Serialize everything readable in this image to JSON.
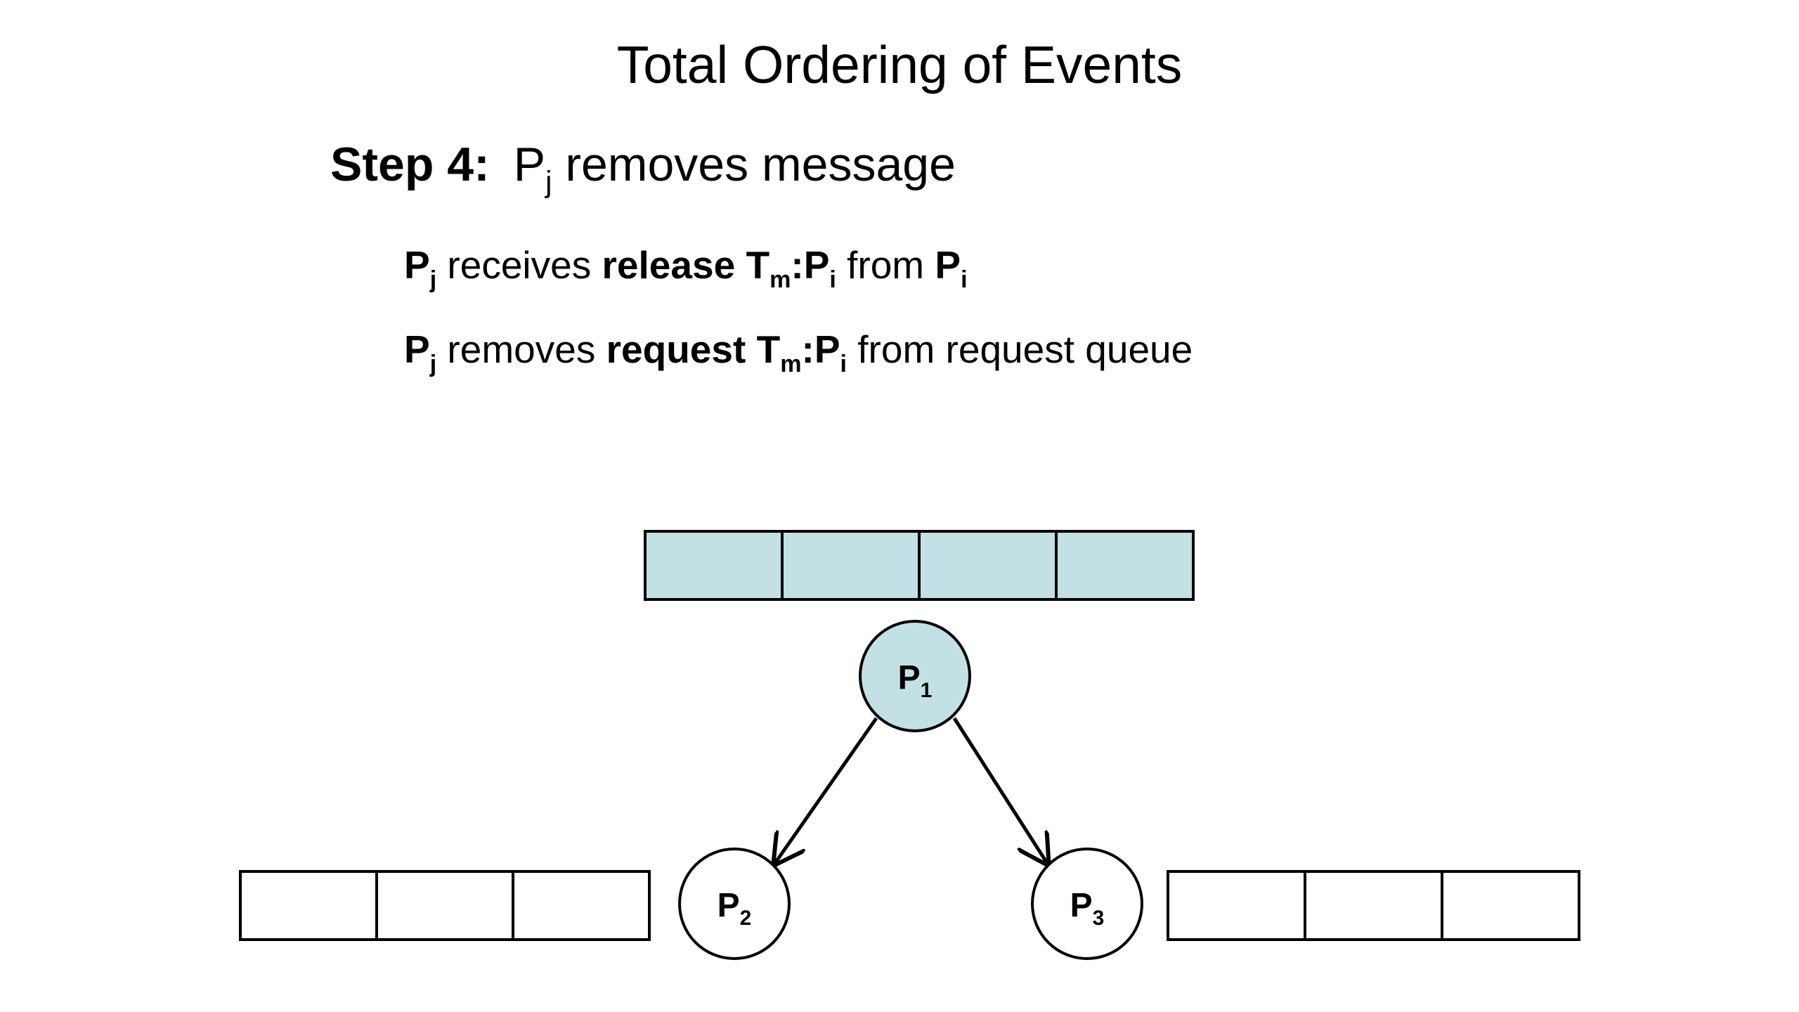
{
  "slide": {
    "title": "Total Ordering of Events",
    "step": {
      "label": "Step 4:",
      "p": "P",
      "p_sub": "j",
      "rest": " removes message"
    },
    "bullets": [
      {
        "p": "P",
        "p_sub": "j",
        "t1": " receives ",
        "kw": "release",
        "space": " ",
        "T": "T",
        "T_sub": "m",
        "colonP": ":P",
        "i_sub": "i",
        "t2": " from ",
        "P2": "P",
        "P2_sub": "i",
        "t3": ""
      },
      {
        "p": "P",
        "p_sub": "j",
        "t1": " removes ",
        "kw": "request",
        "space": " ",
        "T": "T",
        "T_sub": "m",
        "colonP": ":P",
        "i_sub": "i",
        "t2": " from request queue"
      }
    ]
  },
  "diagram": {
    "colors": {
      "active_fill": "#c3e0e4",
      "empty_fill": "#ffffff",
      "stroke": "#000000"
    },
    "nodes": [
      {
        "id": "p1",
        "label": "P",
        "sub": "1",
        "active": true
      },
      {
        "id": "p2",
        "label": "P",
        "sub": "2",
        "active": false
      },
      {
        "id": "p3",
        "label": "P",
        "sub": "3",
        "active": false
      }
    ],
    "queues": [
      {
        "id": "queue-p1",
        "cells": 4,
        "active": true
      },
      {
        "id": "queue-p2",
        "cells": 3,
        "active": false
      },
      {
        "id": "queue-p3",
        "cells": 3,
        "active": false
      }
    ],
    "edges": [
      {
        "from": "p1",
        "to": "p2"
      },
      {
        "from": "p1",
        "to": "p3"
      }
    ]
  }
}
